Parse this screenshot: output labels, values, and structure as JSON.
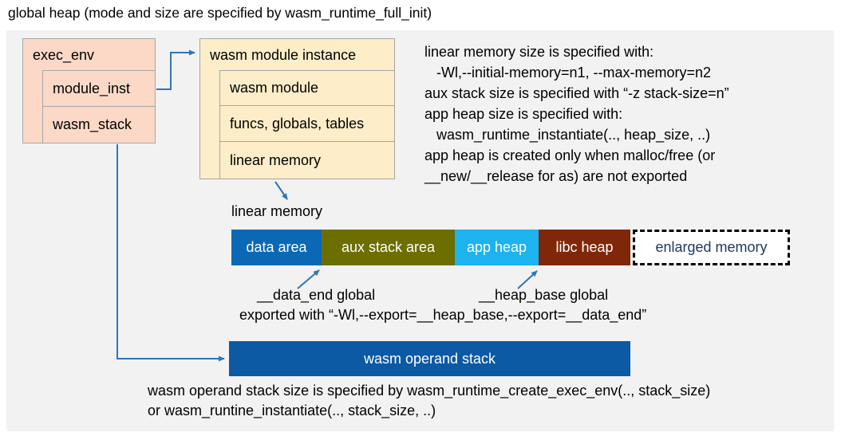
{
  "title": "global heap (mode and size are specified by wasm_runtime_full_init)",
  "exec_env": {
    "header": "exec_env",
    "rows": [
      {
        "label": "module_inst"
      },
      {
        "label": "wasm_stack"
      }
    ]
  },
  "module_instance": {
    "header": "wasm module instance",
    "rows": [
      {
        "label": "wasm module"
      },
      {
        "label": "funcs, globals, tables"
      },
      {
        "label": "linear memory"
      }
    ]
  },
  "notes": {
    "lines": [
      "linear memory size is specified with:",
      "   -Wl,--initial-memory=n1, --max-memory=n2",
      "aux stack size is specified with “-z stack-size=n”",
      "app heap size is specified with:",
      "   wasm_runtime_instantiate(.., heap_size, ..)",
      "app heap is created only when malloc/free (or",
      "__new/__release for as) are not exported"
    ]
  },
  "linear_memory": {
    "label": "linear memory",
    "segments": [
      {
        "label": "data area",
        "color": "#0a68b5"
      },
      {
        "label": "aux stack area",
        "color": "#6c6e00"
      },
      {
        "label": "app heap",
        "color": "#1cb3ee"
      },
      {
        "label": "libc heap",
        "color": "#7f2709"
      },
      {
        "label": "enlarged memory",
        "color": "#ffffff",
        "text_color": "#1f3864",
        "border": "dashed"
      }
    ],
    "data_end_label": "__data_end global",
    "heap_base_label": "__heap_base global",
    "export_note": "exported with “-Wl,--export=__heap_base,--export=__data_end”"
  },
  "operand_stack": {
    "label": "wasm operand stack",
    "color": "#0c59a4",
    "note_line1": "wasm operand stack size is specified by wasm_runtime_create_exec_env(.., stack_size)",
    "note_line2": "or wasm_runtine_instantiate(.., stack_size, ..)"
  },
  "colors": {
    "panel_background": "#f2f2f2",
    "exec_env_fill": "#fbd9c6",
    "module_instance_fill": "#fdedc8",
    "box_border": "#a6a6a6",
    "arrow": "#2e75b6",
    "enlarged_memory_text": "#1f3864"
  }
}
